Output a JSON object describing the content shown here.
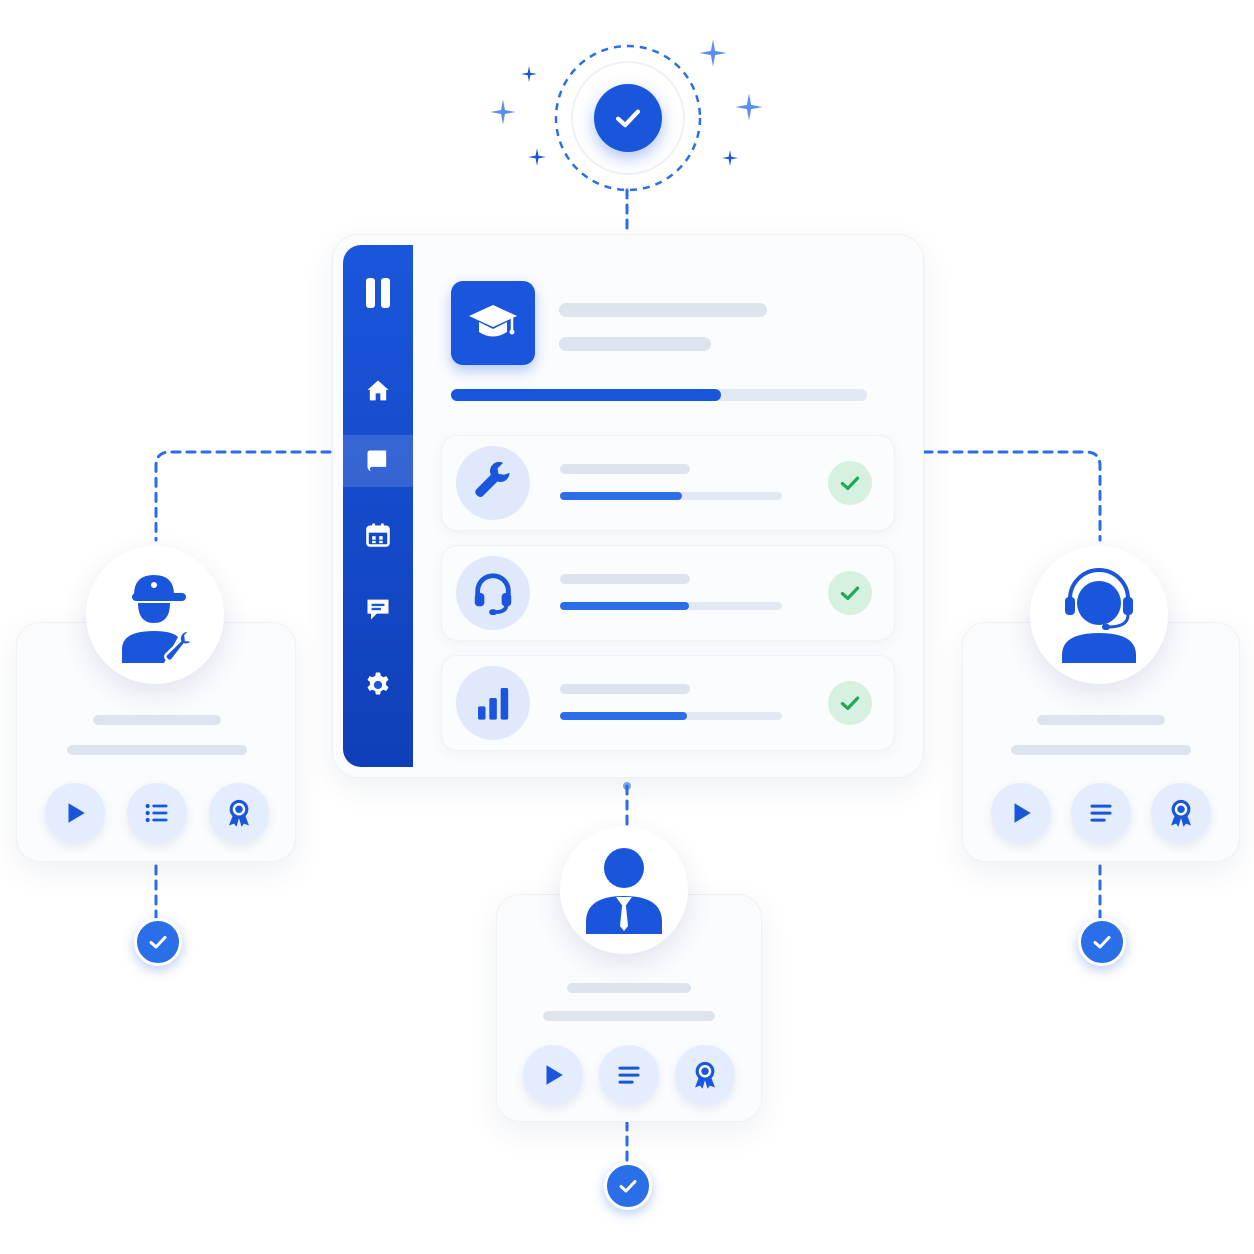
{
  "colors": {
    "accent": "#1a56db",
    "accent_dark": "#0f3fb8",
    "accent_light": "#dfe9fb",
    "success": "#1faa59",
    "success_bg": "#d6f1df",
    "skeleton": "#dde4ee",
    "connector": "#2a6fe8"
  },
  "top_badge": {
    "icon": "check-circle-icon",
    "sparkle_icon": "sparkle-icon"
  },
  "sidebar": {
    "logo_icon": "pause-logo-icon",
    "items": [
      {
        "icon": "home-icon"
      },
      {
        "icon": "book-icon",
        "active": true
      },
      {
        "icon": "calendar-icon"
      },
      {
        "icon": "chat-icon"
      },
      {
        "icon": "gear-icon"
      }
    ]
  },
  "course": {
    "icon": "graduation-cap-icon",
    "progress": 0.65
  },
  "modules": [
    {
      "icon": "wrench-icon",
      "progress": 0.55,
      "status_icon": "check-icon"
    },
    {
      "icon": "headset-icon",
      "progress": 0.58,
      "status_icon": "check-icon"
    },
    {
      "icon": "bar-chart-icon",
      "progress": 0.57,
      "status_icon": "check-icon"
    }
  ],
  "roles": [
    {
      "id": "technician",
      "avatar_icon": "technician-icon",
      "actions": [
        "play-icon",
        "list-icon",
        "award-icon"
      ],
      "status_icon": "check-icon"
    },
    {
      "id": "manager",
      "avatar_icon": "business-person-icon",
      "actions": [
        "play-icon",
        "list-icon",
        "award-icon"
      ],
      "status_icon": "check-icon"
    },
    {
      "id": "support",
      "avatar_icon": "support-agent-icon",
      "actions": [
        "play-icon",
        "list-icon",
        "award-icon"
      ],
      "status_icon": "check-icon"
    }
  ]
}
